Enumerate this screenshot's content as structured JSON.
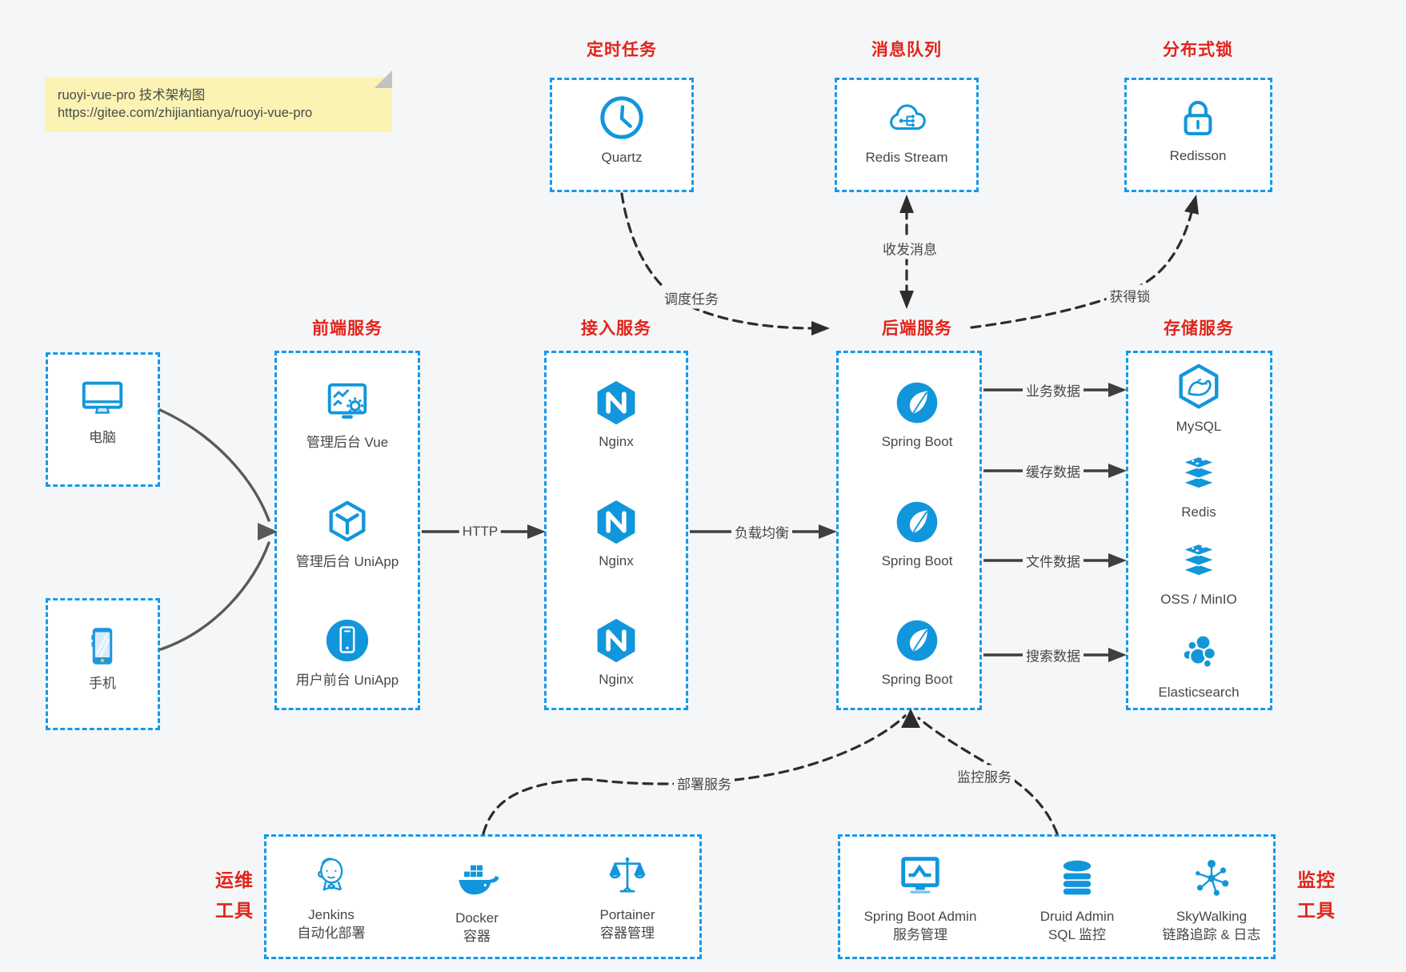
{
  "note": {
    "line1": "ruoyi-vue-pro 技术架构图",
    "line2": "https://gitee.com/zhijiantianya/ruoyi-vue-pro"
  },
  "sections": {
    "scheduler": {
      "title": "定时任务"
    },
    "mq": {
      "title": "消息队列"
    },
    "lock": {
      "title": "分布式锁"
    },
    "frontend": {
      "title": "前端服务"
    },
    "gateway": {
      "title": "接入服务"
    },
    "backend": {
      "title": "后端服务"
    },
    "storage": {
      "title": "存储服务"
    },
    "ops": {
      "title_line1": "运维",
      "title_line2": "工具"
    },
    "monitor": {
      "title_line1": "监控",
      "title_line2": "工具"
    }
  },
  "nodes": {
    "quartz": {
      "label": "Quartz",
      "icon": "clock-icon"
    },
    "redis_stream": {
      "label": "Redis Stream",
      "icon": "cloud-stream-icon"
    },
    "redisson": {
      "label": "Redisson",
      "icon": "lock-icon"
    },
    "pc": {
      "label": "电脑",
      "icon": "desktop-icon"
    },
    "phone": {
      "label": "手机",
      "icon": "smartphone-icon"
    },
    "vue_admin": {
      "label": "管理后台 Vue",
      "icon": "admin-console-icon"
    },
    "uniapp_admin": {
      "label": "管理后台 UniApp",
      "icon": "cube-icon"
    },
    "uniapp_user": {
      "label": "用户前台 UniApp",
      "icon": "mobile-app-icon"
    },
    "nginx": {
      "label": "Nginx",
      "icon": "nginx-icon"
    },
    "springboot": {
      "label": "Spring Boot",
      "icon": "spring-boot-icon"
    },
    "mysql": {
      "label": "MySQL",
      "icon": "mysql-icon"
    },
    "redis": {
      "label": "Redis",
      "icon": "redis-icon"
    },
    "oss": {
      "label": "OSS / MinIO",
      "icon": "oss-icon"
    },
    "es": {
      "label": "Elasticsearch",
      "icon": "elasticsearch-icon"
    },
    "jenkins": {
      "label": "Jenkins",
      "sublabel": "自动化部署",
      "icon": "jenkins-icon"
    },
    "docker": {
      "label": "Docker",
      "sublabel": "容器",
      "icon": "docker-icon"
    },
    "portainer": {
      "label": "Portainer",
      "sublabel": "容器管理",
      "icon": "portainer-icon"
    },
    "sba": {
      "label": "Spring Boot Admin",
      "sublabel": "服务管理",
      "icon": "spring-boot-admin-icon"
    },
    "druid": {
      "label": "Druid Admin",
      "sublabel": "SQL 监控",
      "icon": "druid-icon"
    },
    "skywalking": {
      "label": "SkyWalking",
      "sublabel": "链路追踪 & 日志",
      "icon": "skywalking-icon"
    }
  },
  "edges": {
    "http": "HTTP",
    "lb": "负载均衡",
    "schedule": "调度任务",
    "messages": "收发消息",
    "get_lock": "获得锁",
    "biz_data": "业务数据",
    "cache_data": "缓存数据",
    "file_data": "文件数据",
    "search_data": "搜索数据",
    "deploy": "部署服务",
    "monitoring": "监控服务"
  },
  "colors": {
    "accent_blue": "#1296db",
    "border_blue": "#1499eb",
    "title_red": "#e2231a",
    "note_bg": "#faf3b3",
    "arrow_dark": "#3f3f3f",
    "background": "#f5f6f7"
  }
}
